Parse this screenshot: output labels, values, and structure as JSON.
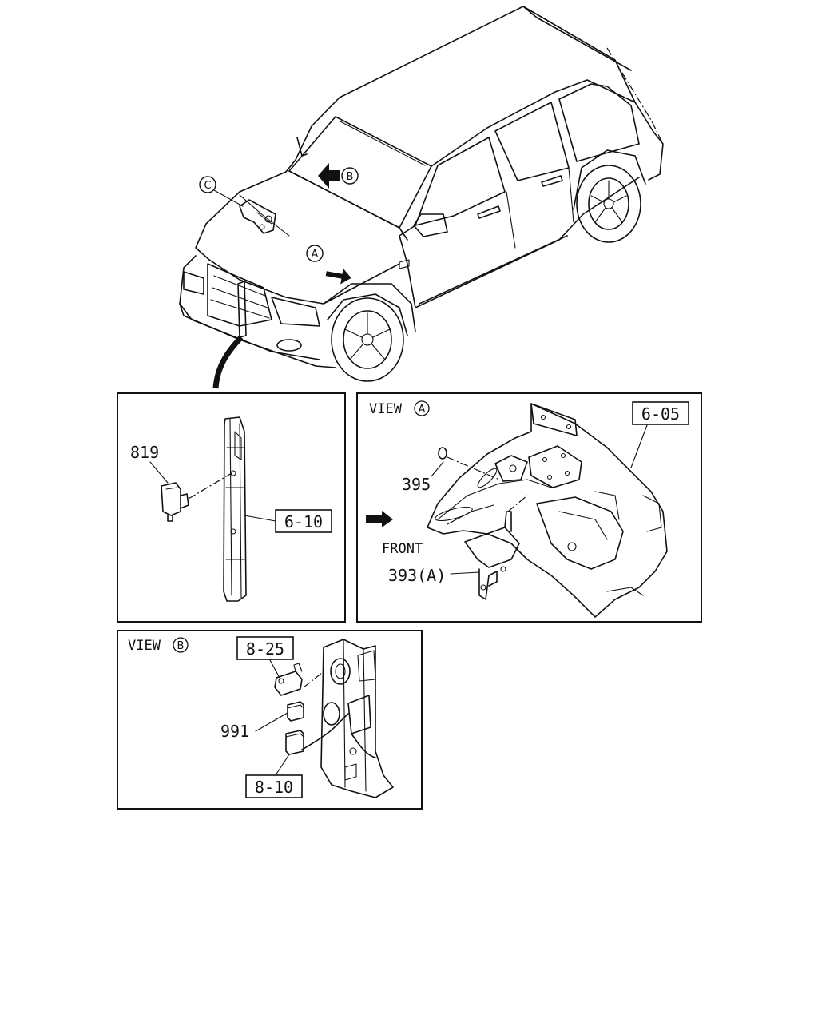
{
  "callouts": {
    "view_a_marker": "A",
    "view_b_marker": "B",
    "view_c_marker": "C"
  },
  "panel_left": {
    "part_819": "819",
    "ref_6_10": "6-10"
  },
  "panel_view_a": {
    "view_word": "VIEW",
    "view_letter": "A",
    "ref_6_05": "6-05",
    "part_395": "395",
    "front_label": "FRONT",
    "part_393a": "393(A)"
  },
  "panel_view_b": {
    "view_word": "VIEW",
    "view_letter": "B",
    "ref_8_25": "8-25",
    "part_991": "991",
    "ref_8_10": "8-10"
  }
}
